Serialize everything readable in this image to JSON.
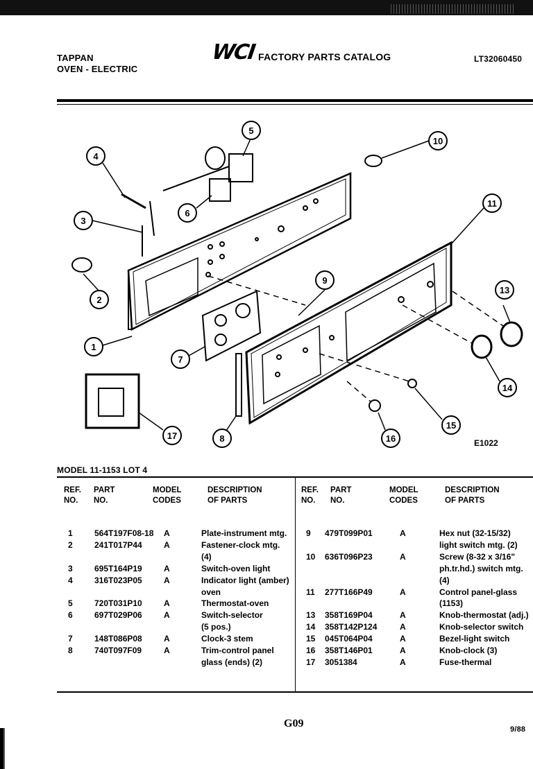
{
  "header": {
    "brand": "TAPPAN",
    "product": "OVEN - ELECTRIC",
    "logo_text": "WCI",
    "catalog_title": "FACTORY PARTS CATALOG",
    "catalog_number": "LT32060450"
  },
  "diagram": {
    "callouts": [
      "1",
      "2",
      "3",
      "4",
      "5",
      "6",
      "7",
      "8",
      "9",
      "10",
      "11",
      "13",
      "14",
      "15",
      "16",
      "17"
    ],
    "figure_code": "E1022"
  },
  "model_line": "MODEL 11-1153 LOT 4",
  "table": {
    "headers_left": {
      "ref": "REF.\nNO.",
      "part": "PART\nNO.",
      "codes": "MODEL\nCODES",
      "desc": "DESCRIPTION\nOF PARTS"
    },
    "headers_right": {
      "ref": "REF.\nNO.",
      "part": "PART\nNO.",
      "codes": "MODEL\nCODES",
      "desc": "DESCRIPTION\nOF PARTS"
    },
    "left_rows": [
      {
        "ref": "1",
        "part": "564T197F08-18",
        "code": "A",
        "desc": "Plate-instrument mtg."
      },
      {
        "ref": "2",
        "part": "241T017P44",
        "code": "A",
        "desc": "Fastener-clock mtg."
      },
      {
        "ref": "",
        "part": "",
        "code": "",
        "desc": "(4)"
      },
      {
        "ref": "3",
        "part": "695T164P19",
        "code": "A",
        "desc": "Switch-oven light"
      },
      {
        "ref": "4",
        "part": "316T023P05",
        "code": "A",
        "desc": "Indicator light (amber)"
      },
      {
        "ref": "",
        "part": "",
        "code": "",
        "desc": "oven"
      },
      {
        "ref": "5",
        "part": "720T031P10",
        "code": "A",
        "desc": "Thermostat-oven"
      },
      {
        "ref": "6",
        "part": "697T029P06",
        "code": "A",
        "desc": "Switch-selector"
      },
      {
        "ref": "",
        "part": "",
        "code": "",
        "desc": " (5 pos.)"
      },
      {
        "ref": "7",
        "part": "148T086P08",
        "code": "A",
        "desc": "Clock-3 stem"
      },
      {
        "ref": "8",
        "part": "740T097F09",
        "code": "A",
        "desc": "Trim-control panel"
      },
      {
        "ref": "",
        "part": "",
        "code": "",
        "desc": "glass (ends) (2)"
      }
    ],
    "right_rows": [
      {
        "ref": "9",
        "part": "479T099P01",
        "code": "A",
        "desc": "Hex nut (32-15/32)"
      },
      {
        "ref": "",
        "part": "",
        "code": "",
        "desc": "light switch mtg. (2)"
      },
      {
        "ref": "10",
        "part": "636T096P23",
        "code": "A",
        "desc": "Screw (8-32 x 3/16\""
      },
      {
        "ref": "",
        "part": "",
        "code": "",
        "desc": "ph.tr.hd.) switch mtg."
      },
      {
        "ref": "",
        "part": "",
        "code": "",
        "desc": "(4)"
      },
      {
        "ref": "11",
        "part": "277T166P49",
        "code": "A",
        "desc": "Control panel-glass"
      },
      {
        "ref": "",
        "part": "",
        "code": "",
        "desc": "(1153)"
      },
      {
        "ref": "13",
        "part": "358T169P04",
        "code": "A",
        "desc": "Knob-thermostat (adj.)"
      },
      {
        "ref": "14",
        "part": "358T142P124",
        "code": "A",
        "desc": "Knob-selector switch"
      },
      {
        "ref": "15",
        "part": "045T064P04",
        "code": "A",
        "desc": "Bezel-light switch"
      },
      {
        "ref": "16",
        "part": "358T146P01",
        "code": "A",
        "desc": "Knob-clock (3)"
      },
      {
        "ref": "17",
        "part": "3051384",
        "code": "A",
        "desc": "Fuse-thermal"
      }
    ]
  },
  "footer": {
    "page_code": "G09",
    "date": "9/88"
  }
}
